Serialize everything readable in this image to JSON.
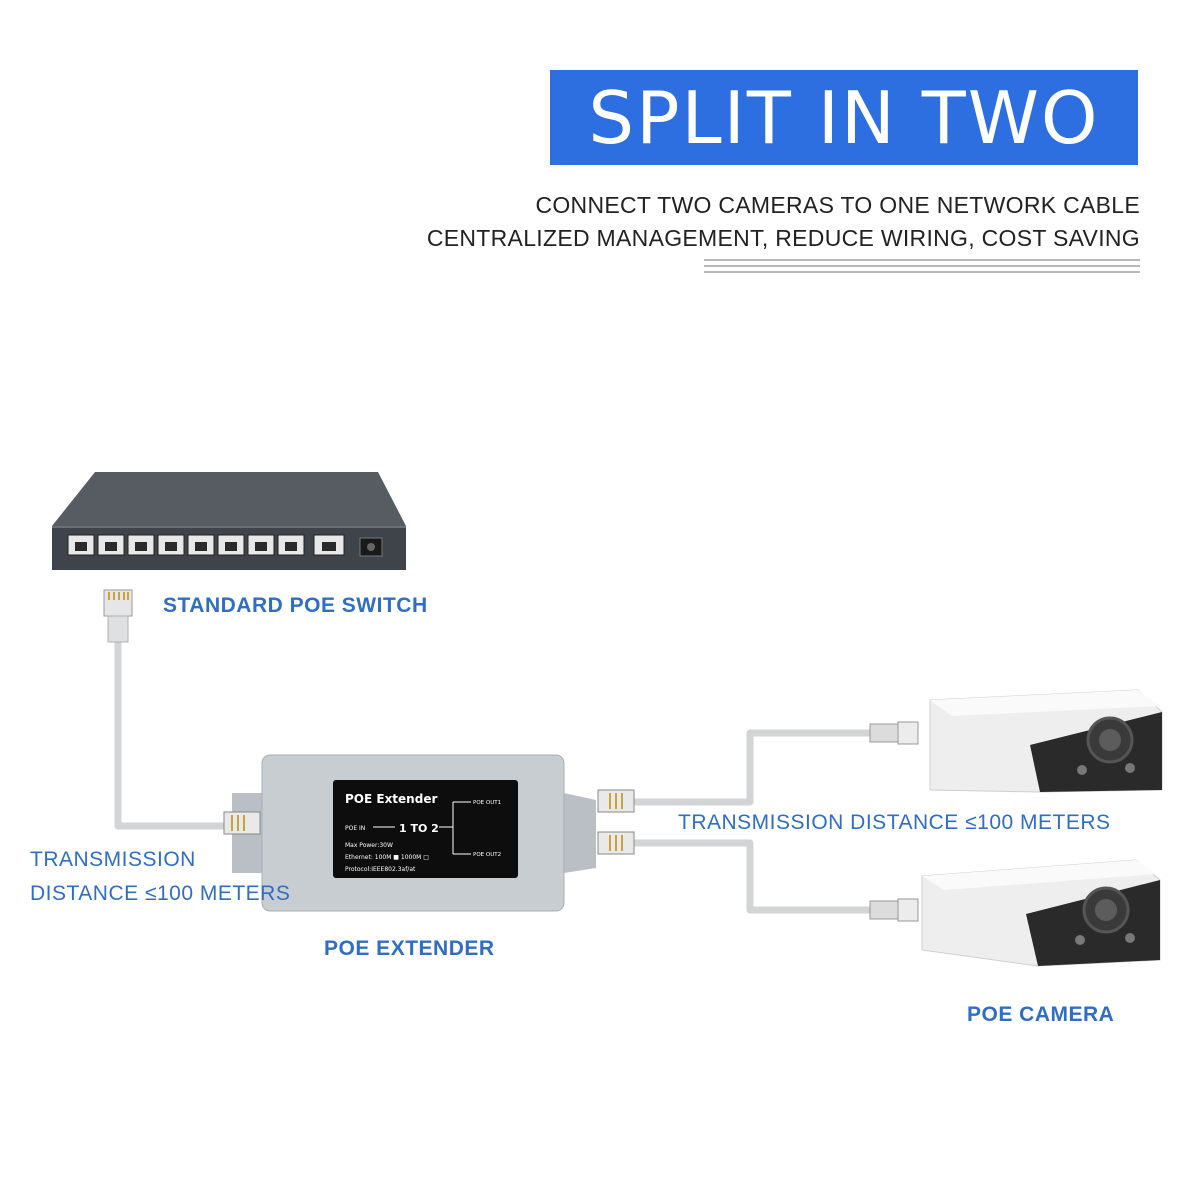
{
  "banner": {
    "title": "SPLIT IN TWO"
  },
  "subtitle": {
    "line1": "CONNECT TWO CAMERAS TO ONE NETWORK CABLE",
    "line2": "CENTRALIZED MANAGEMENT, REDUCE WIRING, COST SAVING"
  },
  "labels": {
    "switch": "STANDARD POE SWITCH",
    "distance_left_1": "TRANSMISSION",
    "distance_left_2": "DISTANCE ≤100 METERS",
    "extender": "POE EXTENDER",
    "distance_right": "TRANSMISSION DISTANCE ≤100 METERS",
    "camera": "POE CAMERA"
  },
  "extender_plate": {
    "title": "POE Extender",
    "input": "POE IN",
    "ratio": "1 TO 2",
    "output1": "POE OUT1",
    "output2": "POE OUT2",
    "power": "Max Power:30W",
    "ethernet": "Ethernet: 100M ■ 1000M □",
    "protocol": "Protocol:IEEE802.3af/at"
  },
  "colors": {
    "banner": "#2d6fe0",
    "label": "#2f6ec2",
    "switch_body": "#3f444b",
    "extender_body": "#c8cdd2",
    "cable": "#d2d4d6"
  },
  "icons": [
    "poe-switch-icon",
    "rj45-plug-icon",
    "poe-extender-icon",
    "bullet-camera-icon"
  ]
}
